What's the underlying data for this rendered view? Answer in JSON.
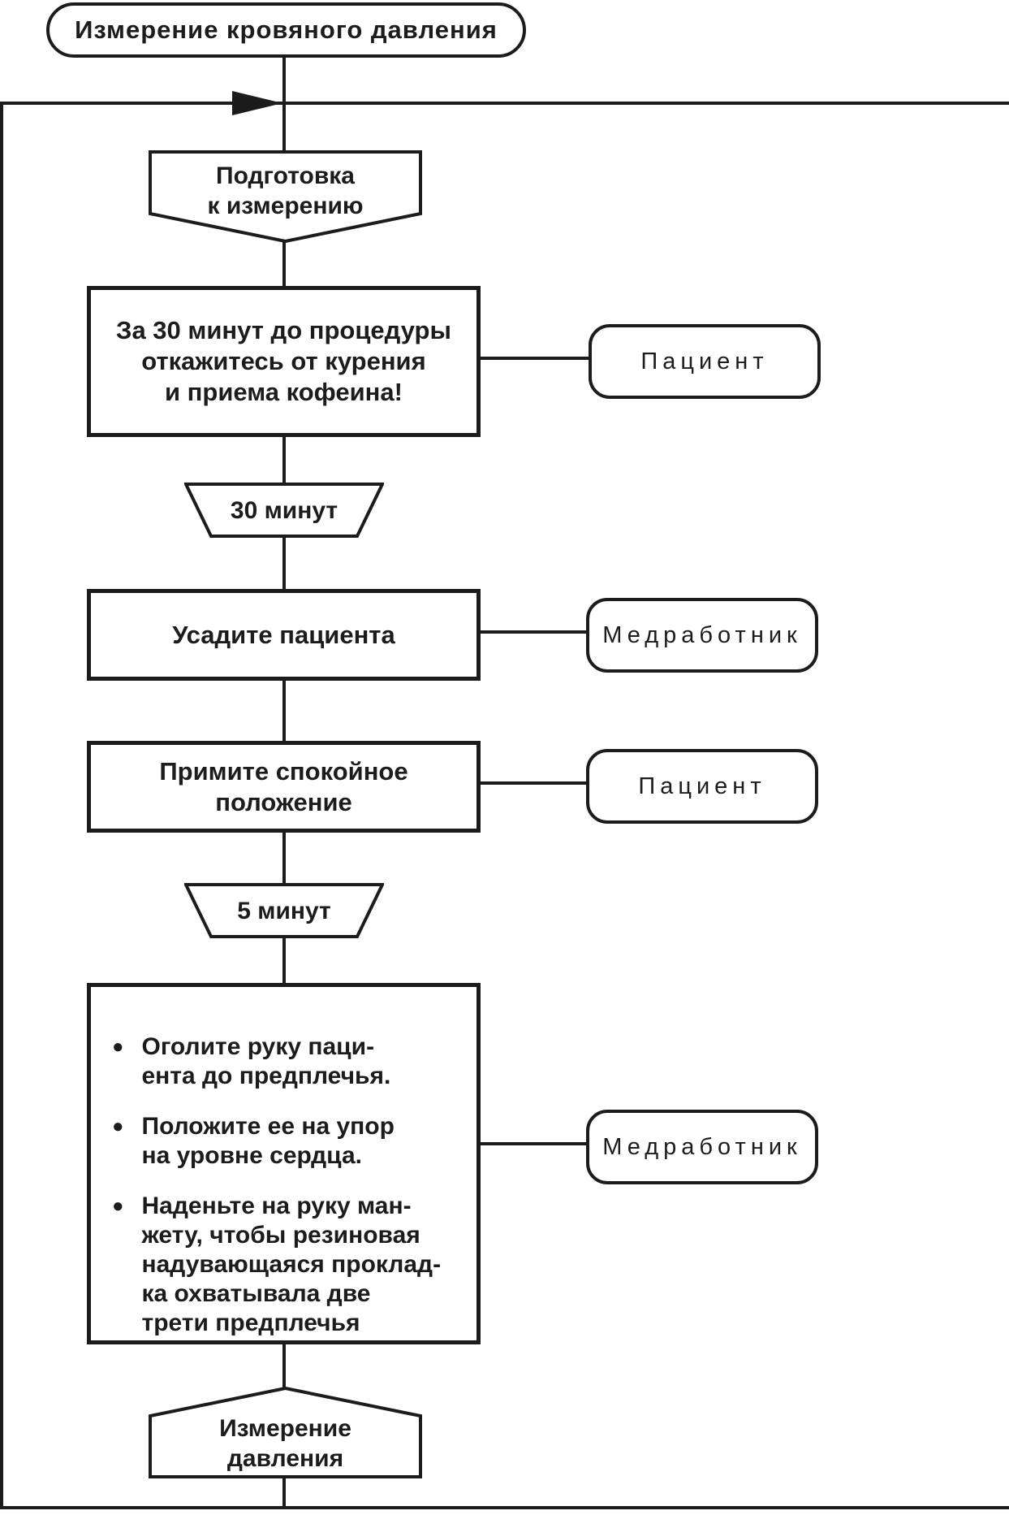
{
  "diagram": {
    "title": "Измерение кровяного давления",
    "bullet_glyph": "●",
    "line_color": "#1c1c1c",
    "nodes": {
      "start": {
        "label": "Измерение кровяного давления"
      },
      "prep": {
        "lines": [
          "Подготовка",
          "к измерению"
        ]
      },
      "step1": {
        "lines": [
          "За 30 минут до процедуры",
          "откажитесь от курения",
          "и приема кофеина!"
        ],
        "actor": "Пациент"
      },
      "delay30": {
        "label": "30 минут"
      },
      "step2": {
        "label": "Усадите пациента",
        "actor": "Медработник"
      },
      "step3": {
        "lines": [
          "Примите спокойное",
          "положение"
        ],
        "actor": "Пациент"
      },
      "delay5": {
        "label": "5 минут"
      },
      "step4": {
        "actor": "Медработник",
        "bullets": [
          {
            "lines": [
              "Оголите руку паци-",
              "ента до предплечья."
            ]
          },
          {
            "lines": [
              "Положите ее на упор",
              "на уровне сердца."
            ]
          },
          {
            "lines": [
              "Наденьте на руку ман-",
              "жету, чтобы резиновая",
              "надувающаяся проклад-",
              "ка охватывала две",
              "трети предплечья"
            ]
          }
        ]
      },
      "measure": {
        "lines": [
          "Измерение",
          "давления"
        ]
      }
    }
  }
}
